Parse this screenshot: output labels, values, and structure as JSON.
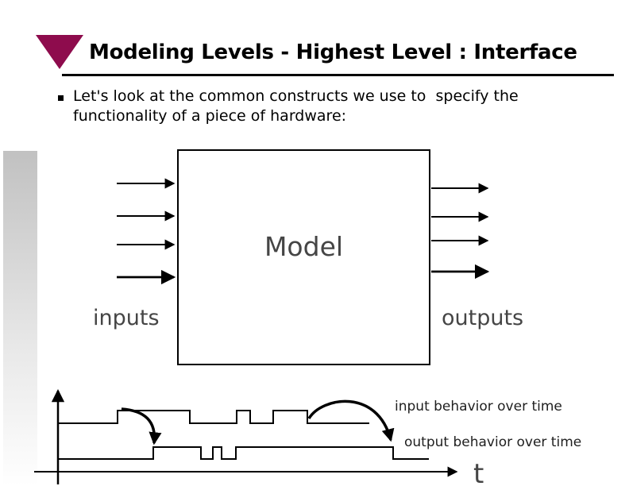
{
  "slide": {
    "title": "Modeling Levels - Highest Level : Interface",
    "bullet": "Let's look at the common constructs we use to  specify the\nfunctionality of a piece of hardware:"
  },
  "diagram": {
    "model_label": "Model",
    "inputs_label": "inputs",
    "outputs_label": "outputs",
    "input_arrow_count": 4,
    "output_arrow_count": 4
  },
  "timing": {
    "input_caption": "input behavior over time",
    "output_caption": "output behavior over time",
    "time_axis_label": "t",
    "input_wave_points": "73,533 148,533 148,517 239,517 239,533 298,533 298,517 315,517 315,533 344,533 344,517 387,517 387,533 465,533",
    "output_wave_points": "73,578 193,578 193,563 253,563 253,578 268,578 268,563 279,563 279,578 297,578 297,563 495,563 495,578 540,578"
  },
  "colors": {
    "accent": "#8e0c4d",
    "ink": "#000000",
    "muted": "#454545",
    "caption": "#1f1f1f"
  }
}
